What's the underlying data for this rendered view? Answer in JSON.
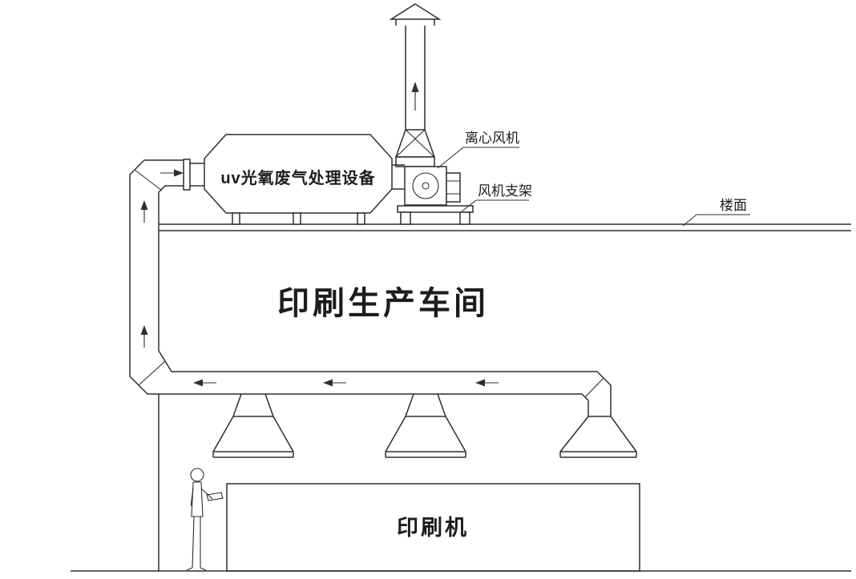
{
  "diagram": {
    "background": "#ffffff",
    "line_color": "#2e2e2e",
    "labels": {
      "equipment": "uv光氧废气处理设备",
      "fan": "离心风机",
      "fan_bracket": "风机支架",
      "roof": "楼面",
      "workshop": "印刷生产车间",
      "printer": "印刷机"
    },
    "flow": {
      "stack_arrow": "up",
      "inlet_arrow": "right",
      "riser_arrows": "up",
      "branch_arrows": "left"
    }
  }
}
